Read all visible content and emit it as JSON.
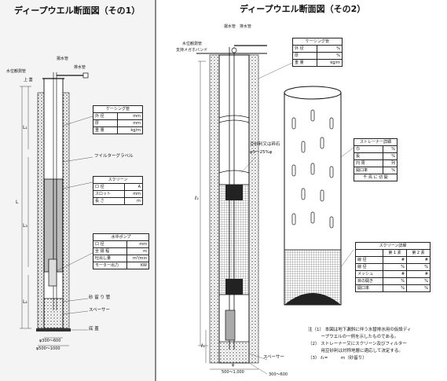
{
  "left": {
    "title": "ディープウエル断面図（その1）",
    "labels": {
      "drain_pipe": "揚水管",
      "discharge_pipe": "排水管",
      "water_level_pipe": "水位観測管",
      "cover": "上 蓋",
      "filter_gravel": "フイルターグラベル",
      "sand_trap": "砂 留 り 管",
      "spacer": "スペーサー",
      "bottom_cover": "底 蓋",
      "dim_inner": "φ300～600",
      "dim_outer": "φ500～1000",
      "l1": "L₁",
      "l2": "L₂",
      "l3": "L₃",
      "l": "L"
    },
    "casing_table": {
      "title": "ケーシング管",
      "rows": [
        [
          "外 径",
          "mm"
        ],
        [
          "厚",
          "mm"
        ],
        [
          "重 量",
          "kg/m"
        ]
      ]
    },
    "screen_table": {
      "title": "スクリーン",
      "rows": [
        [
          "口 径",
          "A"
        ],
        [
          "スロット",
          "mm"
        ],
        [
          "長 さ",
          "m"
        ]
      ]
    },
    "pump_table": {
      "title": "水中ポンプ",
      "rows": [
        [
          "口 径",
          "mm"
        ],
        [
          "全 揚 程",
          "m"
        ],
        [
          "吐出し量",
          "m³/min"
        ],
        [
          "モーター出力",
          "KW"
        ]
      ]
    }
  },
  "right": {
    "title": "ディープウエル断面図（その2）",
    "labels": {
      "drain": "揚水管",
      "discharge": "排水管",
      "water_level_pipe": "水位観測管",
      "mega_band": "支持メガホバンド",
      "gravel_note": "豆砂利又は砕石",
      "gravel_size": "φ5～25%φ",
      "spacer": "スペーサー",
      "dim_span": "500～1,000",
      "dim_base": "300～600",
      "phi": "φ",
      "l1": "ℓ₁",
      "l2": "ℓ₂"
    },
    "casing_table": {
      "title": "ケーシング管",
      "rows": [
        [
          "外 径",
          "%"
        ],
        [
          "厚",
          "%"
        ],
        [
          "重 量",
          "kg/m"
        ]
      ]
    },
    "strainer_table": {
      "title": "ストレーナー詳細",
      "rows": [
        [
          "巾",
          "%"
        ],
        [
          "長",
          "%"
        ],
        [
          "円 周",
          "列"
        ],
        [
          "開口率",
          "%"
        ]
      ],
      "footer": "千 鳥 に 切 開"
    },
    "screen_detail": {
      "title": "スクリーン詳細",
      "headers": [
        "",
        "第 1 素",
        "第 2 素"
      ],
      "rows": [
        [
          "線 径",
          "#",
          "#"
        ],
        [
          "線 径",
          "%",
          "%"
        ],
        [
          "メッシュ",
          "#",
          "#"
        ],
        [
          "目の開き",
          "%",
          "%"
        ],
        [
          "開口率",
          "%",
          "%"
        ]
      ]
    },
    "notes": [
      "注（1） 本図は地下漏斜に伴う水替排水用の仮設ディ",
      "　　　ープウエルの一例を示したものである。",
      "（2） ストレーナー又にスクリーン及びフィルター",
      "　　　用豆砂利は対称地層に適応して決定する。",
      "（3）  ℓ₁=　　　m（砂留り）"
    ]
  }
}
